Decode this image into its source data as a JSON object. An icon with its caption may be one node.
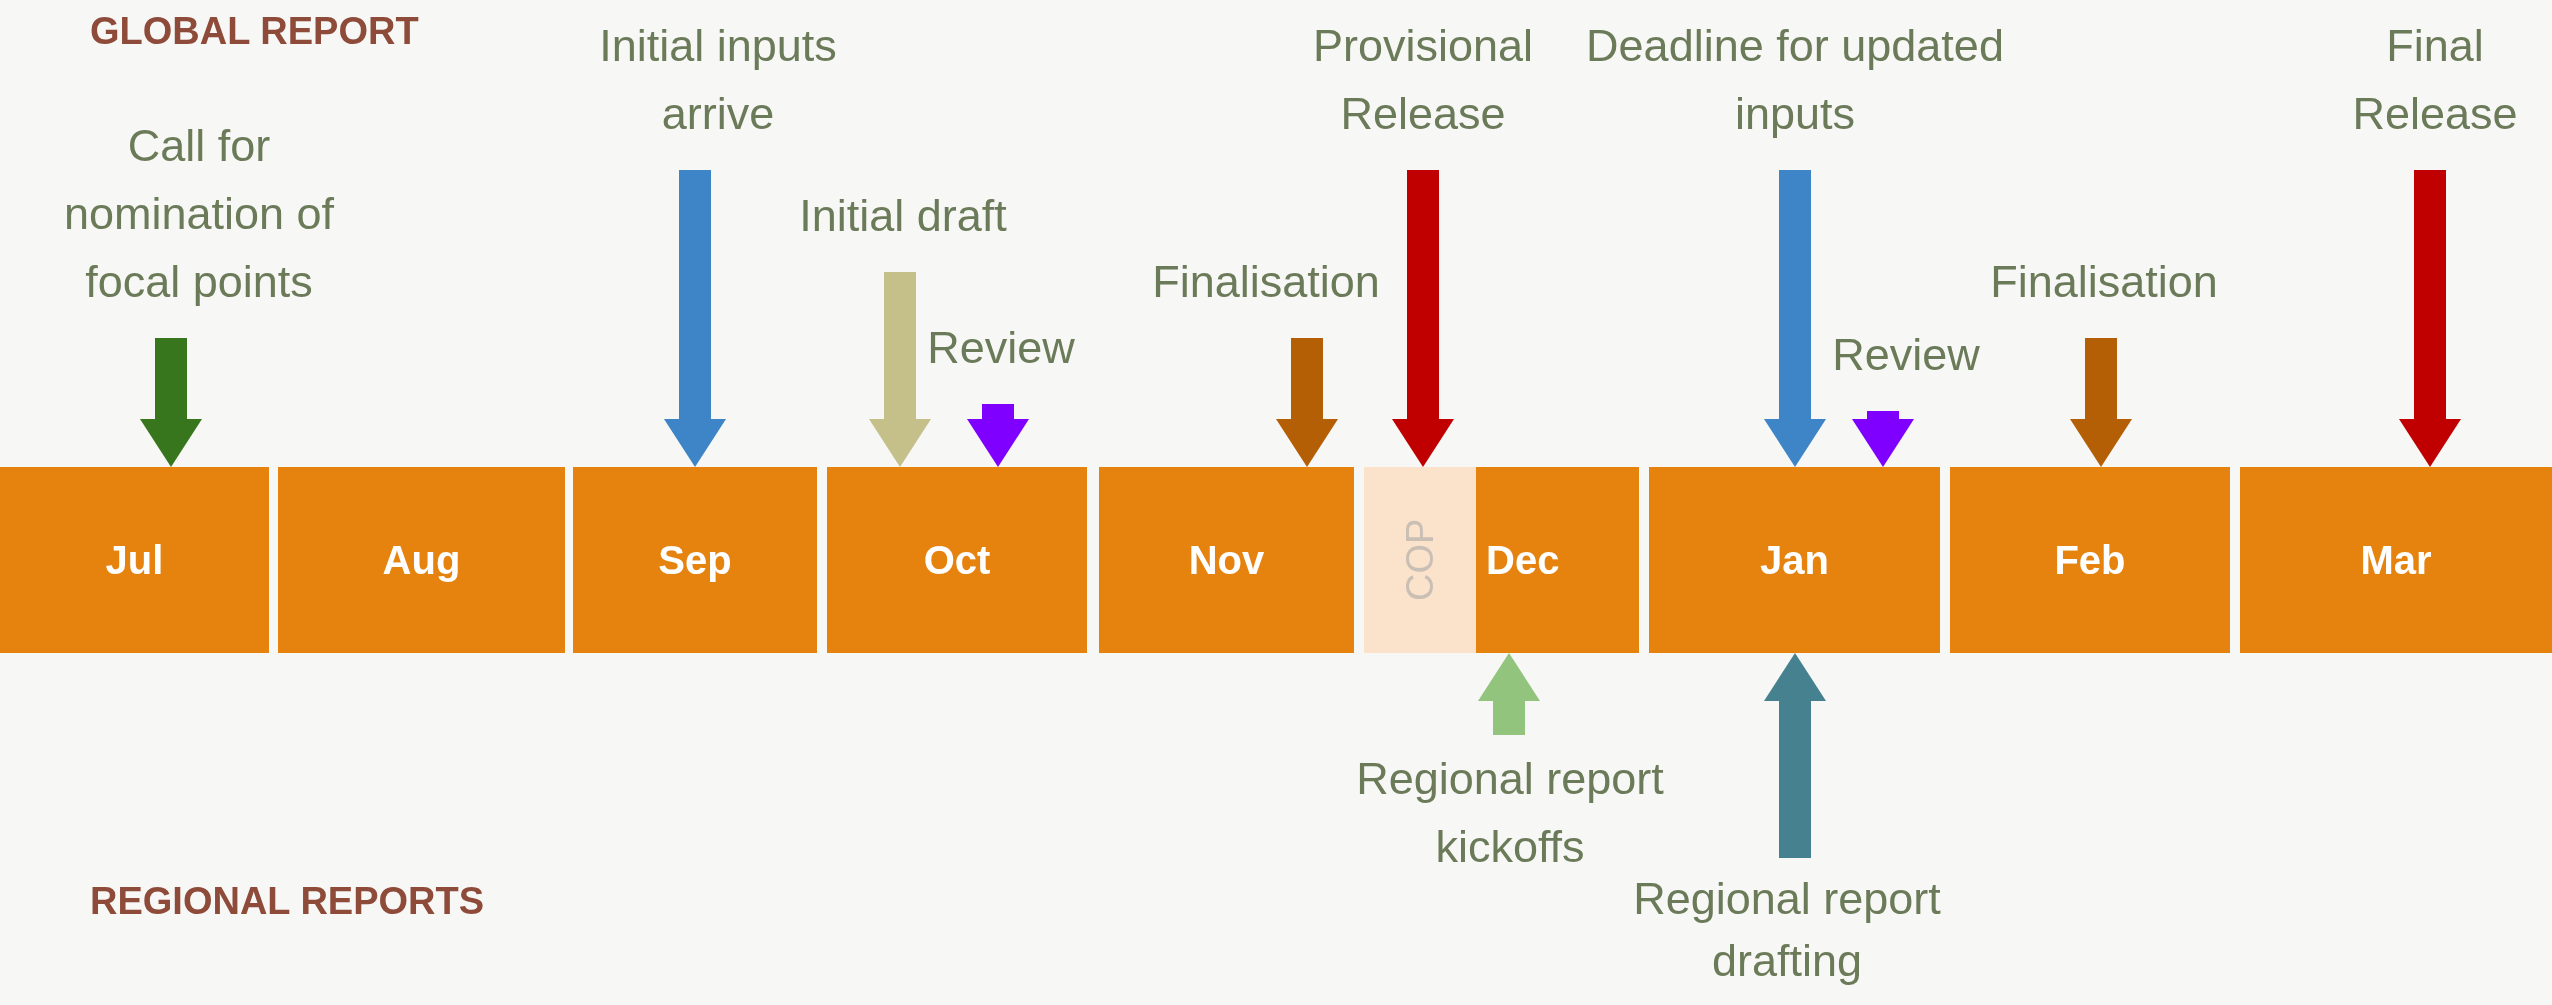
{
  "diagram": {
    "nodes": [
      {
        "text": [
          "Jul"
        ]
      },
      {
        "text": [
          "Aug"
        ]
      },
      {
        "text": [
          "Sep"
        ]
      },
      {
        "text": [
          "Oct"
        ]
      },
      {
        "text": [
          "Nov"
        ]
      },
      {
        "text": [
          "COP"
        ]
      },
      {
        "text": [
          "Dec"
        ]
      },
      {
        "text": [
          "Jan"
        ]
      },
      {
        "text": [
          "Feb"
        ]
      },
      {
        "text": [
          "Mar"
        ]
      },
      {
        "text": [
          "Call for nomination of focal points"
        ]
      },
      {
        "text": [
          "Initial inputs arrive"
        ]
      },
      {
        "text": [
          "Initial draft"
        ]
      },
      {
        "text": [
          "Review"
        ]
      },
      {
        "text": [
          "Finalisation"
        ]
      },
      {
        "text": [
          "Provisional Release"
        ]
      },
      {
        "text": [
          "Deadline for updated inputs"
        ]
      },
      {
        "text": [
          "Review"
        ]
      },
      {
        "text": [
          "Finalisation"
        ]
      },
      {
        "text": [
          "Final Release"
        ]
      },
      {
        "text": [
          "Regional report kickoffs"
        ]
      },
      {
        "text": [
          "Regional report drafting"
        ]
      }
    ],
    "edges": [
      {
        "from": 10,
        "to": 0,
        "arrow": "to",
        "color": "#38761d"
      },
      {
        "from": 11,
        "to": 2,
        "arrow": "to",
        "color": "#3d85c6"
      },
      {
        "from": 12,
        "to": 3,
        "arrow": "to",
        "color": "#c5bf8a"
      },
      {
        "from": 13,
        "to": 3,
        "arrow": "to",
        "color": "#7f00ff"
      },
      {
        "from": 14,
        "to": 4,
        "arrow": "to",
        "color": "#b45f06"
      },
      {
        "from": 15,
        "to": 5,
        "arrow": "to",
        "color": "#c00000"
      },
      {
        "from": 16,
        "to": 7,
        "arrow": "to",
        "color": "#3d85c6"
      },
      {
        "from": 17,
        "to": 7,
        "arrow": "to",
        "color": "#7f00ff"
      },
      {
        "from": 18,
        "to": 8,
        "arrow": "to",
        "color": "#b45f06"
      },
      {
        "from": 19,
        "to": 9,
        "arrow": "to",
        "color": "#c00000"
      },
      {
        "from": 20,
        "to": 6,
        "arrow": "to",
        "color": "#93c47d"
      },
      {
        "from": 21,
        "to": 7,
        "arrow": "to",
        "color": "#45818e"
      }
    ],
    "labels": [
      "GLOBAL REPORT",
      "REGIONAL REPORTS"
    ]
  }
}
